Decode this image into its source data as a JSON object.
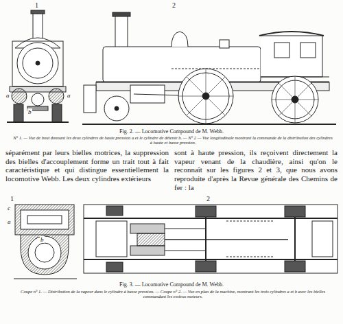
{
  "diagram": {
    "labels": [
      "1",
      "2",
      "a",
      "b",
      "a",
      "Fig. 2. — Locomotive Compound de M. Webb.",
      "N° 1. — Vue de bout donnant les deux cylindres de haute pression a et le cylindre de détente b. — N° 2 — Vue longitudinale montrant la commande de la distribution des cylindres à haute et basse pression.",
      "séparément par leurs bielles motrices, la suppression des bielles d'accouplement forme un trait tout à fait caractéristique et qui distingue essentiellement la locomotive Webb. Les deux cylindres extérieurs",
      "sont à haute pression, ils reçoivent directement la vapeur venant de la chaudière, ainsi qu'on le reconnaît sur les figures 2 et 3, que nous avons reproduite d'après la Revue générale des Chemins de fer : la",
      "1",
      "2",
      "c",
      "a",
      "b",
      "Fig. 3. — Locomotive Compound de M. Webb.",
      "Coupe n° 1. — Distribution de la vapeur dans le cylindre à basse pression. — Coupe n° 2. — Vue en plan de la machine, montrant les trois cylindres a et b avec les bielles commandant les essieux moteurs."
    ]
  }
}
